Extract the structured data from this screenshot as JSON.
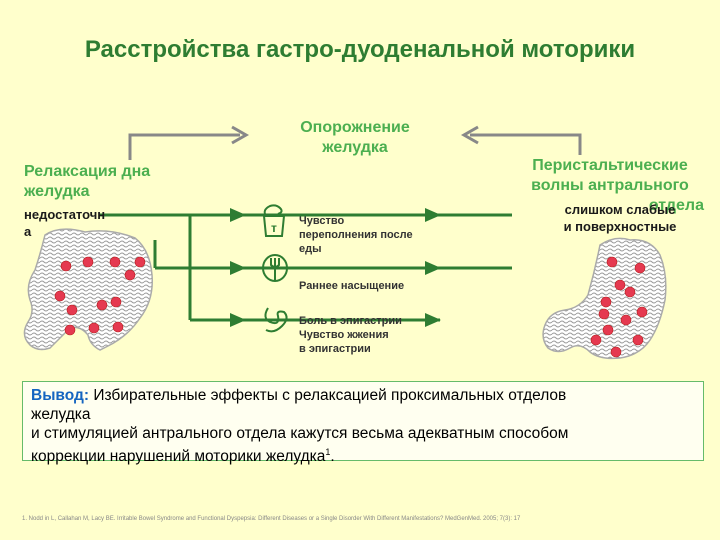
{
  "title": "Расстройства гастро-дуоденальной моторики",
  "center_head": {
    "line1": "Опорожнение",
    "line2": "желудка"
  },
  "left_head": {
    "line1": "Релаксация дна",
    "line2": "желудка"
  },
  "left_note": {
    "line1": "недостаточн",
    "line2": "а"
  },
  "right_head": {
    "line1": "Перистальтические",
    "line2": "волны антрального",
    "line3": "отдела"
  },
  "right_note": {
    "line1": "слишком слабые",
    "line2": "и поверхностные"
  },
  "symptoms": {
    "s1": {
      "line1": "Чувство",
      "line2": "переполнения после",
      "line3": "еды"
    },
    "s2": {
      "line1": "Раннее насыщение"
    },
    "s3": {
      "line1": "Боль в эпигастрии",
      "line2": "Чувство жжения",
      "line3": "в эпигастрии"
    }
  },
  "icons": [
    "stomach-weight-icon",
    "fork-icon",
    "intestine-icon"
  ],
  "conclusion": {
    "label": "Вывод:",
    "text1": " Избирательные эффекты с релаксацией проксимальных отделов",
    "text2": "желудка",
    "text3": "и стимуляцией антрального отдела кажутся весьма адекватным способом",
    "text4": "коррекции нарушений моторики желудка",
    "sup": "1",
    "end": "."
  },
  "footnote": "1.   Nodd in L, Callahan M, Lacy BE. Irritable Bowel Syndrome and Functional Dyspepsia: Different Diseases or a Single Disorder With Different Manifestations? MedGenMed. 2005; 7(3): 17",
  "colors": {
    "title": "#2E7D32",
    "accent": "#4CAF50",
    "arrow": "#2E7D32",
    "bg": "#FFFFCC",
    "dot": "#E53950"
  }
}
